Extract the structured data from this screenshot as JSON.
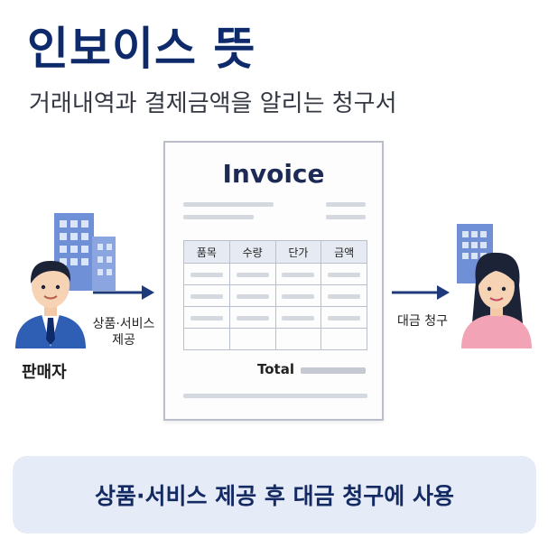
{
  "title": "인보이스 뜻",
  "subtitle": "거래내역과 결제금액을 알리는 청구서",
  "invoice": {
    "title": "Invoice",
    "columns": [
      "품목",
      "수량",
      "단가",
      "금액"
    ],
    "total_label": "Total"
  },
  "seller": {
    "label": "판매자",
    "arrow_label_line1": "상품·서비스",
    "arrow_label_line2": "제공"
  },
  "buyer": {
    "arrow_label": "대금 청구"
  },
  "banner": {
    "text": "상품·서비스 제공 후 대금 청구에 사용"
  },
  "colors": {
    "title": "#0f2a6b",
    "building": "#6f8fd6",
    "arrow": "#1e3a7a",
    "seller_suit": "#2f5fb5",
    "buyer_shirt": "#f2a3b5",
    "banner_bg": "#e6ebf8"
  },
  "icons": [
    "building-icon",
    "seller-person-icon",
    "buyer-person-icon",
    "arrow-right-icon"
  ]
}
